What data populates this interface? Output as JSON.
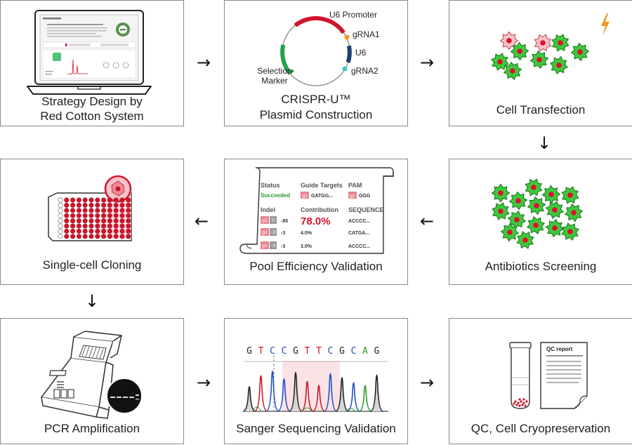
{
  "panels": [
    {
      "caption_1": "Strategy Design by",
      "caption_2": "Red Cotton System"
    },
    {
      "caption_1": "CRISPR-U™",
      "caption_2": "Plasmid Construction",
      "labels": {
        "u6_promoter": "U6 Promoter",
        "grna1": "gRNA1",
        "u6": "U6",
        "grna2": "gRNA2",
        "selection_1": "Selection",
        "selection_2": "Marker"
      }
    },
    {
      "caption": "Cell Transfection"
    },
    {
      "caption": "Antibiotics Screening"
    },
    {
      "caption": "Pool Efficiency Validation",
      "table": {
        "status_header": "Status",
        "status_value": "Succeeded",
        "guide_header": "Guide Targets",
        "guide_tag": "g1",
        "guide_value": "GATGG...",
        "pam_header": "PAM",
        "pam_tag": "g1",
        "pam_value": "GGG",
        "indel_header": "Indel",
        "contribution_header": "Contribution",
        "sequence_header": "SEQUENCE",
        "rows": [
          {
            "tag": "g1",
            "num": "0",
            "indel": "-85",
            "contribution": "78.0%",
            "sequence": "ACCCC..."
          },
          {
            "tag": "g2",
            "num": "-3",
            "indel": "-3",
            "contribution": "4.0%",
            "sequence": "CATGA..."
          },
          {
            "tag": "g1",
            "num": "-3",
            "indel": "-3",
            "contribution": "3.0%",
            "sequence": "ACCCC..."
          }
        ]
      }
    },
    {
      "caption": "Single-cell Cloning"
    },
    {
      "caption": "PCR Amplification"
    },
    {
      "caption": "Sanger Sequencing Validation",
      "bases": [
        "G",
        "T",
        "C",
        "C",
        "G",
        "T",
        "T",
        "C",
        "G",
        "C",
        "A",
        "G"
      ]
    },
    {
      "caption": "QC, Cell Cryopreservation",
      "report_title": "QC report"
    }
  ],
  "arrows": {
    "right": "→",
    "left": "←",
    "down": "↓"
  },
  "colors": {
    "red": "#d0142a",
    "green": "#3ec83e",
    "pink": "#f6c3c8",
    "navy": "#1c3f72",
    "orange": "#f39a1e"
  }
}
